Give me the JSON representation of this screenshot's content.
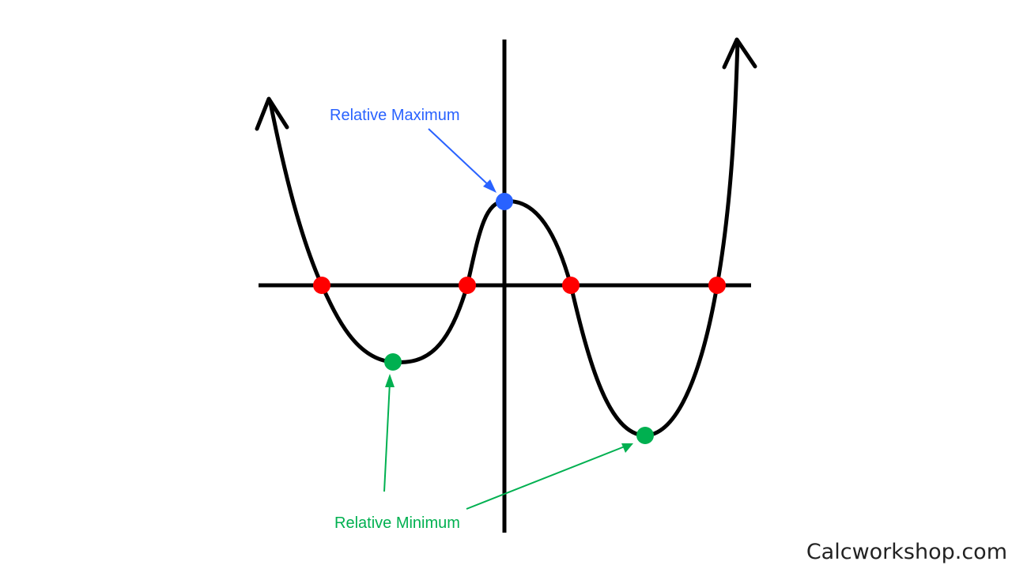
{
  "diagram": {
    "labels": {
      "maximum": "Relative Maximum",
      "minimum": "Relative Minimum"
    },
    "watermark": "Calcworkshop.com"
  },
  "colors": {
    "curve": "#000000",
    "axes": "#000000",
    "zeros": "#ff0000",
    "maximum": "#2962ff",
    "minimum": "#00b050"
  }
}
